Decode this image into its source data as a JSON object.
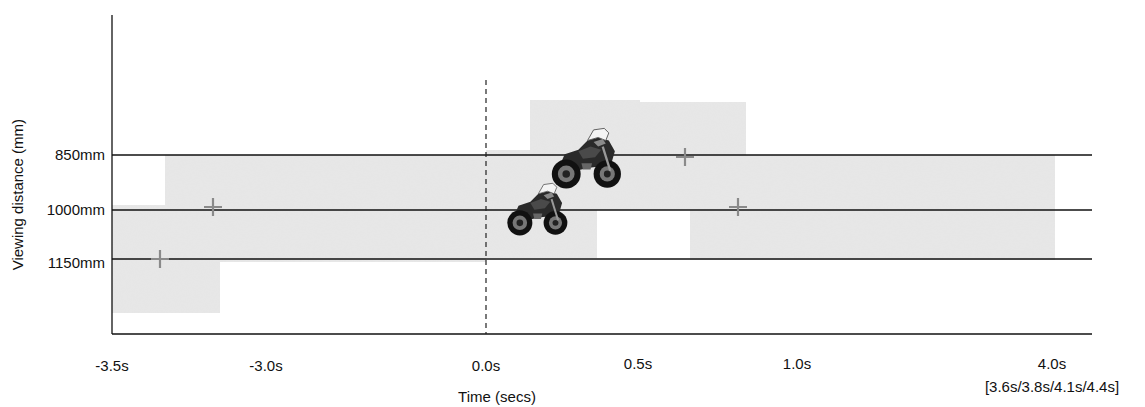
{
  "diagram": {
    "labels": [
      "Viewing distance (mm)",
      "850mm",
      "1000mm",
      "1150mm",
      "-3.5s",
      "-3.0s",
      "0.0s",
      "0.5s",
      "1.0s",
      "4.0s",
      "[3.6s/3.8s/4.1s/4.4s]",
      "Time (secs)"
    ]
  }
}
